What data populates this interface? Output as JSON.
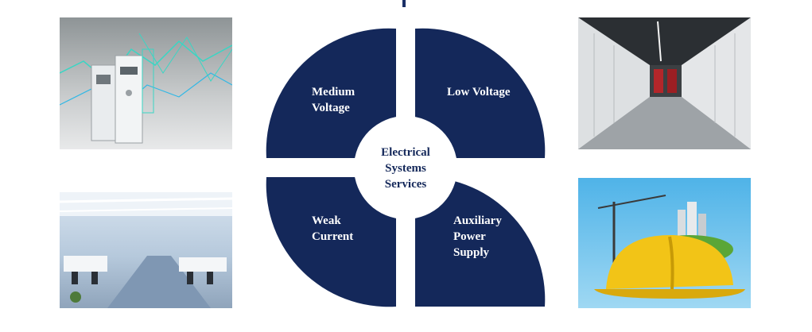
{
  "diagram": {
    "center": {
      "line1": "Electrical",
      "line2": "Systems",
      "line3": "Services"
    },
    "quadrants": {
      "top_left": {
        "line1": "Medium",
        "line2": "Voltage"
      },
      "top_right": {
        "line1": "Low Voltage"
      },
      "bottom_left": {
        "line1": "Weak",
        "line2": "Current"
      },
      "bottom_right": {
        "line1": "Auxiliary",
        "line2": "Power",
        "line3": "Supply"
      }
    },
    "colors": {
      "quadrant_fill": "#14285a",
      "center_fill": "#ffffff",
      "text_center": "#14285a"
    }
  },
  "photos": {
    "top_left": "switchgear-photo",
    "bottom_left": "office-photo",
    "top_right": "switchgear-corridor-photo",
    "bottom_right": "hardhat-city-photo"
  }
}
